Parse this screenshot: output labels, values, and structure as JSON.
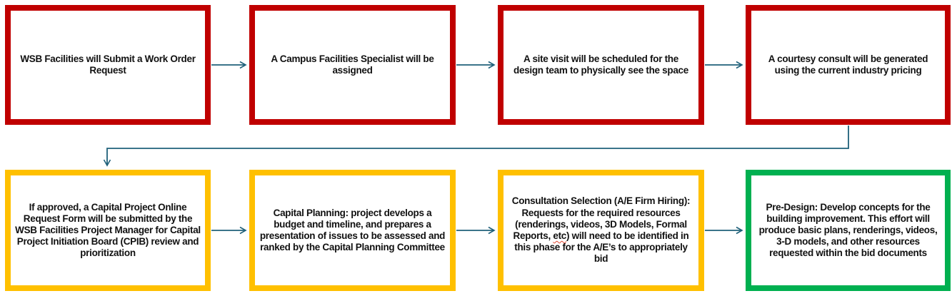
{
  "colors": {
    "node_red": "#C00000",
    "node_gold": "#FFC000",
    "node_green": "#00B050",
    "connector": "#1F607A",
    "text": "#111111",
    "spellcheck_squiggle": "#E0452F"
  },
  "flow": {
    "type": "process-flowchart",
    "nodes": [
      {
        "id": 1,
        "row": 1,
        "color": "red",
        "label": "WSB Facilities will Submit a Work Order Request"
      },
      {
        "id": 2,
        "row": 1,
        "color": "red",
        "label": "A Campus Facilities Specialist will be assigned"
      },
      {
        "id": 3,
        "row": 1,
        "color": "red",
        "label": "A site visit will be scheduled for the design team to physically see the space"
      },
      {
        "id": 4,
        "row": 1,
        "color": "red",
        "label": "A courtesy consult will be generated using the current industry pricing"
      },
      {
        "id": 5,
        "row": 2,
        "color": "gold",
        "label": "If approved, a Capital Project Online Request Form will be submitted by the WSB Facilities Project Manager for Capital Project Initiation Board (CPIB) review and  prioritization"
      },
      {
        "id": 6,
        "row": 2,
        "color": "gold",
        "label": "Capital Planning: project develops a budget and timeline, and prepares a presentation of issues to be assessed and ranked by the Capital Planning Committee"
      },
      {
        "id": 7,
        "row": 2,
        "color": "gold",
        "label_parts": {
          "before": "Consultation Selection (A/E Firm Hiring): Requests for the required resources (renderings, videos, 3D Models, Formal Reports, ",
          "flagged_word": "etc",
          "after": ") will need to be identified in this phase for the A/E’s to appropriately bid"
        }
      },
      {
        "id": 8,
        "row": 2,
        "color": "green",
        "label": "Pre-Design: Develop concepts for the building improvement. This effort will produce basic plans, renderings, videos, 3-D models, and other resources requested within the bid documents"
      }
    ]
  }
}
